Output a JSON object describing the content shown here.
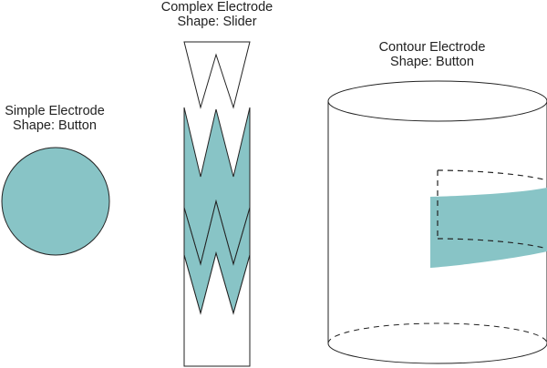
{
  "colors": {
    "fill": "#88c4c6",
    "stroke": "#222222",
    "background": "#ffffff"
  },
  "simple": {
    "title": "Simple Electrode",
    "shape": "Shape: Button"
  },
  "complex": {
    "title": "Complex Electrode",
    "shape": "Shape: Slider"
  },
  "contour": {
    "title": "Contour Electrode",
    "shape": "Shape: Button"
  }
}
